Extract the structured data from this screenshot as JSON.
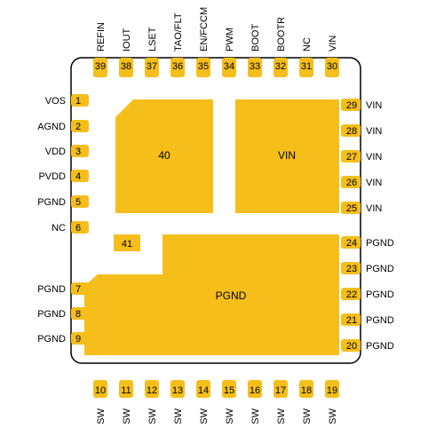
{
  "package": {
    "outline_color": "#000000",
    "pad_color": "#f5be1b"
  },
  "pins": {
    "left": [
      {
        "num": "1",
        "name": "VOS"
      },
      {
        "num": "2",
        "name": "AGND"
      },
      {
        "num": "3",
        "name": "VDD"
      },
      {
        "num": "4",
        "name": "PVDD"
      },
      {
        "num": "5",
        "name": "PGND"
      },
      {
        "num": "6",
        "name": "NC"
      },
      {
        "num": "7",
        "name": "PGND"
      },
      {
        "num": "8",
        "name": "PGND"
      },
      {
        "num": "9",
        "name": "PGND"
      }
    ],
    "bottom": [
      {
        "num": "10",
        "name": "SW"
      },
      {
        "num": "11",
        "name": "SW"
      },
      {
        "num": "12",
        "name": "SW"
      },
      {
        "num": "13",
        "name": "SW"
      },
      {
        "num": "14",
        "name": "SW"
      },
      {
        "num": "15",
        "name": "SW"
      },
      {
        "num": "16",
        "name": "SW"
      },
      {
        "num": "17",
        "name": "SW"
      },
      {
        "num": "18",
        "name": "SW"
      },
      {
        "num": "19",
        "name": "SW"
      }
    ],
    "right": [
      {
        "num": "29",
        "name": "VIN"
      },
      {
        "num": "28",
        "name": "VIN"
      },
      {
        "num": "27",
        "name": "VIN"
      },
      {
        "num": "26",
        "name": "VIN"
      },
      {
        "num": "25",
        "name": "VIN"
      },
      {
        "num": "24",
        "name": "PGND"
      },
      {
        "num": "23",
        "name": "PGND"
      },
      {
        "num": "22",
        "name": "PGND"
      },
      {
        "num": "21",
        "name": "PGND"
      },
      {
        "num": "20",
        "name": "PGND"
      }
    ],
    "top": [
      {
        "num": "39",
        "name": "REFIN"
      },
      {
        "num": "38",
        "name": "IOUT"
      },
      {
        "num": "37",
        "name": "LSET"
      },
      {
        "num": "36",
        "name": "TAO/FLT"
      },
      {
        "num": "35",
        "name": "EN/FCCM"
      },
      {
        "num": "34",
        "name": "PWM"
      },
      {
        "num": "33",
        "name": "BOOT"
      },
      {
        "num": "32",
        "name": "BOOTR"
      },
      {
        "num": "31",
        "name": "NC"
      },
      {
        "num": "30",
        "name": "VIN"
      }
    ]
  },
  "exposed_pads": [
    {
      "num": "40",
      "label": "40"
    },
    {
      "num": "vin_pad",
      "label": "VIN"
    },
    {
      "num": "41",
      "label": "41"
    },
    {
      "num": "pgnd_pad",
      "label": "PGND"
    }
  ]
}
